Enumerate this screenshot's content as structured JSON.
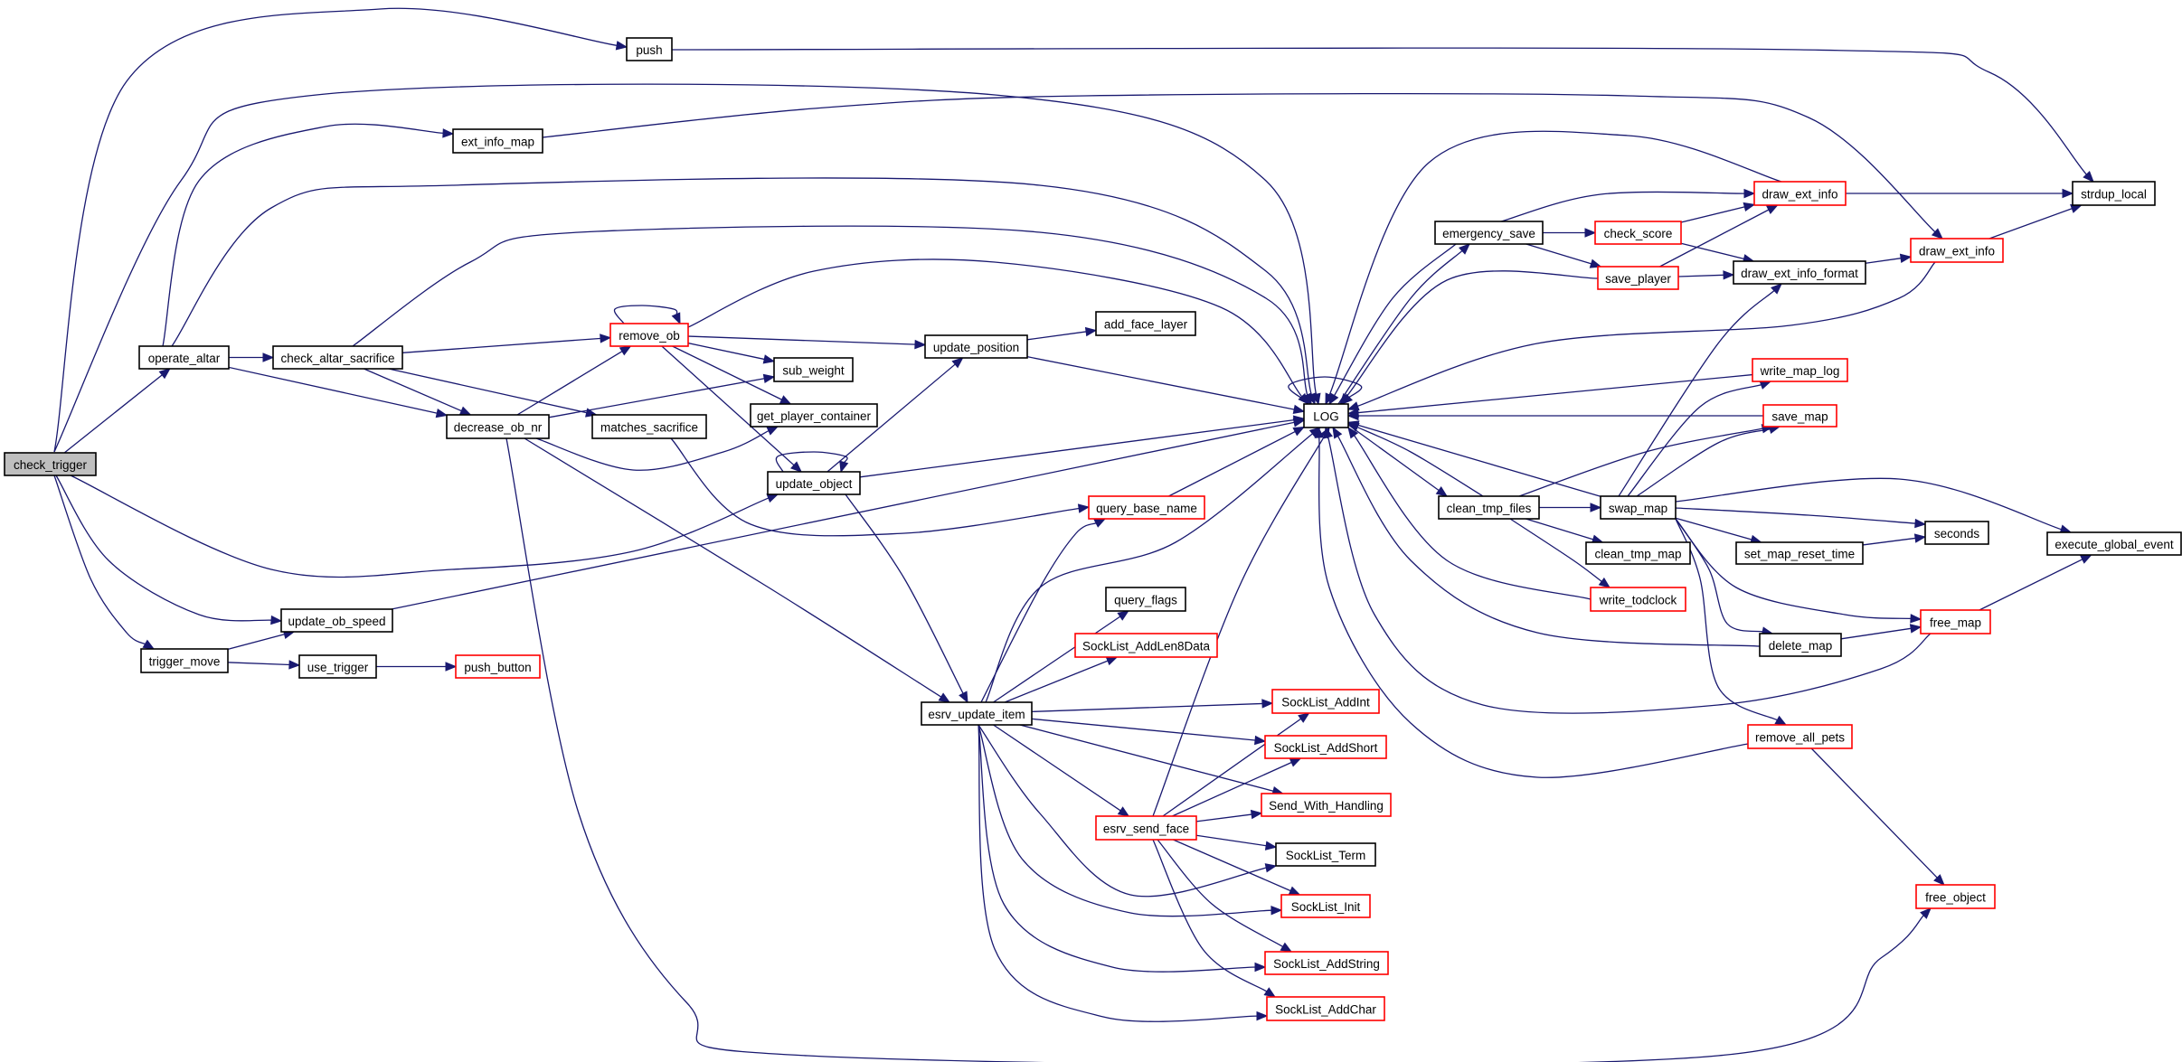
{
  "title": "check_trigger call graph",
  "colors": {
    "edge": "#191970",
    "normal_border": "#000000",
    "truncated_border": "#ff0000",
    "root_fill": "#bfbfbf"
  },
  "nodes": [
    {
      "id": "check_trigger",
      "label": "check_trigger",
      "kind": "root"
    },
    {
      "id": "push",
      "label": "push",
      "kind": "normal"
    },
    {
      "id": "ext_info_map",
      "label": "ext_info_map",
      "kind": "normal"
    },
    {
      "id": "operate_altar",
      "label": "operate_altar",
      "kind": "normal"
    },
    {
      "id": "check_altar_sacrifice",
      "label": "check_altar_sacrifice",
      "kind": "normal"
    },
    {
      "id": "decrease_ob_nr",
      "label": "decrease_ob_nr",
      "kind": "normal"
    },
    {
      "id": "matches_sacrifice",
      "label": "matches_sacrifice",
      "kind": "normal"
    },
    {
      "id": "remove_ob",
      "label": "remove_ob",
      "kind": "truncated"
    },
    {
      "id": "sub_weight",
      "label": "sub_weight",
      "kind": "normal"
    },
    {
      "id": "get_player_container",
      "label": "get_player_container",
      "kind": "normal"
    },
    {
      "id": "update_object",
      "label": "update_object",
      "kind": "normal"
    },
    {
      "id": "update_position",
      "label": "update_position",
      "kind": "normal"
    },
    {
      "id": "add_face_layer",
      "label": "add_face_layer",
      "kind": "normal"
    },
    {
      "id": "update_ob_speed",
      "label": "update_ob_speed",
      "kind": "normal"
    },
    {
      "id": "trigger_move",
      "label": "trigger_move",
      "kind": "normal"
    },
    {
      "id": "use_trigger",
      "label": "use_trigger",
      "kind": "normal"
    },
    {
      "id": "push_button",
      "label": "push_button",
      "kind": "truncated"
    },
    {
      "id": "query_base_name",
      "label": "query_base_name",
      "kind": "truncated"
    },
    {
      "id": "query_flags",
      "label": "query_flags",
      "kind": "normal"
    },
    {
      "id": "SockList_AddLen8Data",
      "label": "SockList_AddLen8Data",
      "kind": "truncated"
    },
    {
      "id": "esrv_update_item",
      "label": "esrv_update_item",
      "kind": "normal"
    },
    {
      "id": "esrv_send_face",
      "label": "esrv_send_face",
      "kind": "truncated"
    },
    {
      "id": "SockList_AddInt",
      "label": "SockList_AddInt",
      "kind": "truncated"
    },
    {
      "id": "SockList_AddShort",
      "label": "SockList_AddShort",
      "kind": "truncated"
    },
    {
      "id": "Send_With_Handling",
      "label": "Send_With_Handling",
      "kind": "truncated"
    },
    {
      "id": "SockList_Term",
      "label": "SockList_Term",
      "kind": "normal"
    },
    {
      "id": "SockList_Init",
      "label": "SockList_Init",
      "kind": "truncated"
    },
    {
      "id": "SockList_AddString",
      "label": "SockList_AddString",
      "kind": "truncated"
    },
    {
      "id": "SockList_AddChar",
      "label": "SockList_AddChar",
      "kind": "truncated"
    },
    {
      "id": "LOG",
      "label": "LOG",
      "kind": "normal"
    },
    {
      "id": "emergency_save",
      "label": "emergency_save",
      "kind": "normal"
    },
    {
      "id": "check_score",
      "label": "check_score",
      "kind": "truncated"
    },
    {
      "id": "save_player",
      "label": "save_player",
      "kind": "truncated"
    },
    {
      "id": "draw_ext_info_1",
      "label": "draw_ext_info",
      "kind": "truncated"
    },
    {
      "id": "draw_ext_info_format",
      "label": "draw_ext_info_format",
      "kind": "normal"
    },
    {
      "id": "draw_ext_info_2",
      "label": "draw_ext_info",
      "kind": "truncated"
    },
    {
      "id": "strdup_local",
      "label": "strdup_local",
      "kind": "normal"
    },
    {
      "id": "write_map_log",
      "label": "write_map_log",
      "kind": "truncated"
    },
    {
      "id": "save_map",
      "label": "save_map",
      "kind": "truncated"
    },
    {
      "id": "clean_tmp_files",
      "label": "clean_tmp_files",
      "kind": "normal"
    },
    {
      "id": "swap_map",
      "label": "swap_map",
      "kind": "normal"
    },
    {
      "id": "clean_tmp_map",
      "label": "clean_tmp_map",
      "kind": "normal"
    },
    {
      "id": "write_todclock",
      "label": "write_todclock",
      "kind": "truncated"
    },
    {
      "id": "set_map_reset_time",
      "label": "set_map_reset_time",
      "kind": "normal"
    },
    {
      "id": "seconds",
      "label": "seconds",
      "kind": "normal"
    },
    {
      "id": "execute_global_event",
      "label": "execute_global_event",
      "kind": "normal"
    },
    {
      "id": "delete_map",
      "label": "delete_map",
      "kind": "normal"
    },
    {
      "id": "free_map",
      "label": "free_map",
      "kind": "truncated"
    },
    {
      "id": "remove_all_pets",
      "label": "remove_all_pets",
      "kind": "truncated"
    },
    {
      "id": "free_object",
      "label": "free_object",
      "kind": "truncated"
    }
  ],
  "edges": [
    [
      "check_trigger",
      "push"
    ],
    [
      "check_trigger",
      "LOG"
    ],
    [
      "check_trigger",
      "operate_altar"
    ],
    [
      "check_trigger",
      "update_object"
    ],
    [
      "check_trigger",
      "update_ob_speed"
    ],
    [
      "check_trigger",
      "trigger_move"
    ],
    [
      "push",
      "strdup_local"
    ],
    [
      "operate_altar",
      "ext_info_map"
    ],
    [
      "operate_altar",
      "LOG"
    ],
    [
      "operate_altar",
      "check_altar_sacrifice"
    ],
    [
      "operate_altar",
      "decrease_ob_nr"
    ],
    [
      "ext_info_map",
      "draw_ext_info_2"
    ],
    [
      "check_altar_sacrifice",
      "LOG"
    ],
    [
      "check_altar_sacrifice",
      "remove_ob"
    ],
    [
      "check_altar_sacrifice",
      "decrease_ob_nr"
    ],
    [
      "check_altar_sacrifice",
      "matches_sacrifice"
    ],
    [
      "decrease_ob_nr",
      "remove_ob"
    ],
    [
      "decrease_ob_nr",
      "sub_weight"
    ],
    [
      "decrease_ob_nr",
      "get_player_container"
    ],
    [
      "decrease_ob_nr",
      "esrv_update_item"
    ],
    [
      "decrease_ob_nr",
      "free_object"
    ],
    [
      "matches_sacrifice",
      "query_base_name"
    ],
    [
      "remove_ob",
      "remove_ob"
    ],
    [
      "remove_ob",
      "LOG"
    ],
    [
      "remove_ob",
      "update_position"
    ],
    [
      "remove_ob",
      "sub_weight"
    ],
    [
      "remove_ob",
      "get_player_container"
    ],
    [
      "remove_ob",
      "update_object"
    ],
    [
      "update_object",
      "update_object"
    ],
    [
      "update_object",
      "update_position"
    ],
    [
      "update_object",
      "LOG"
    ],
    [
      "update_object",
      "esrv_update_item"
    ],
    [
      "update_position",
      "add_face_layer"
    ],
    [
      "update_position",
      "LOG"
    ],
    [
      "update_ob_speed",
      "LOG"
    ],
    [
      "trigger_move",
      "update_ob_speed"
    ],
    [
      "trigger_move",
      "use_trigger"
    ],
    [
      "use_trigger",
      "push_button"
    ],
    [
      "query_base_name",
      "LOG"
    ],
    [
      "esrv_update_item",
      "query_base_name"
    ],
    [
      "esrv_update_item",
      "LOG"
    ],
    [
      "esrv_update_item",
      "query_flags"
    ],
    [
      "esrv_update_item",
      "SockList_AddLen8Data"
    ],
    [
      "esrv_update_item",
      "SockList_AddInt"
    ],
    [
      "esrv_update_item",
      "SockList_AddShort"
    ],
    [
      "esrv_update_item",
      "Send_With_Handling"
    ],
    [
      "esrv_update_item",
      "esrv_send_face"
    ],
    [
      "esrv_update_item",
      "SockList_Term"
    ],
    [
      "esrv_update_item",
      "SockList_Init"
    ],
    [
      "esrv_update_item",
      "SockList_AddString"
    ],
    [
      "esrv_update_item",
      "SockList_AddChar"
    ],
    [
      "esrv_send_face",
      "LOG"
    ],
    [
      "esrv_send_face",
      "SockList_AddInt"
    ],
    [
      "esrv_send_face",
      "SockList_AddShort"
    ],
    [
      "esrv_send_face",
      "Send_With_Handling"
    ],
    [
      "esrv_send_face",
      "SockList_Term"
    ],
    [
      "esrv_send_face",
      "SockList_Init"
    ],
    [
      "esrv_send_face",
      "SockList_AddString"
    ],
    [
      "esrv_send_face",
      "SockList_AddChar"
    ],
    [
      "LOG",
      "LOG"
    ],
    [
      "LOG",
      "emergency_save"
    ],
    [
      "LOG",
      "clean_tmp_files"
    ],
    [
      "emergency_save",
      "LOG"
    ],
    [
      "emergency_save",
      "draw_ext_info_1"
    ],
    [
      "emergency_save",
      "check_score"
    ],
    [
      "emergency_save",
      "save_player"
    ],
    [
      "check_score",
      "draw_ext_info_1"
    ],
    [
      "check_score",
      "draw_ext_info_format"
    ],
    [
      "save_player",
      "LOG"
    ],
    [
      "save_player",
      "draw_ext_info_1"
    ],
    [
      "save_player",
      "draw_ext_info_format"
    ],
    [
      "draw_ext_info_1",
      "LOG"
    ],
    [
      "draw_ext_info_1",
      "strdup_local"
    ],
    [
      "draw_ext_info_format",
      "draw_ext_info_2"
    ],
    [
      "draw_ext_info_2",
      "strdup_local"
    ],
    [
      "draw_ext_info_2",
      "LOG"
    ],
    [
      "write_map_log",
      "LOG"
    ],
    [
      "save_map",
      "LOG"
    ],
    [
      "clean_tmp_files",
      "LOG"
    ],
    [
      "clean_tmp_files",
      "save_map"
    ],
    [
      "clean_tmp_files",
      "swap_map"
    ],
    [
      "clean_tmp_files",
      "clean_tmp_map"
    ],
    [
      "clean_tmp_files",
      "write_todclock"
    ],
    [
      "swap_map",
      "LOG"
    ],
    [
      "swap_map",
      "draw_ext_info_format"
    ],
    [
      "swap_map",
      "write_map_log"
    ],
    [
      "swap_map",
      "save_map"
    ],
    [
      "swap_map",
      "execute_global_event"
    ],
    [
      "swap_map",
      "seconds"
    ],
    [
      "swap_map",
      "set_map_reset_time"
    ],
    [
      "swap_map",
      "free_map"
    ],
    [
      "swap_map",
      "delete_map"
    ],
    [
      "swap_map",
      "remove_all_pets"
    ],
    [
      "write_todclock",
      "LOG"
    ],
    [
      "set_map_reset_time",
      "seconds"
    ],
    [
      "delete_map",
      "LOG"
    ],
    [
      "delete_map",
      "free_map"
    ],
    [
      "free_map",
      "LOG"
    ],
    [
      "free_map",
      "execute_global_event"
    ],
    [
      "remove_all_pets",
      "LOG"
    ],
    [
      "remove_all_pets",
      "free_object"
    ]
  ]
}
